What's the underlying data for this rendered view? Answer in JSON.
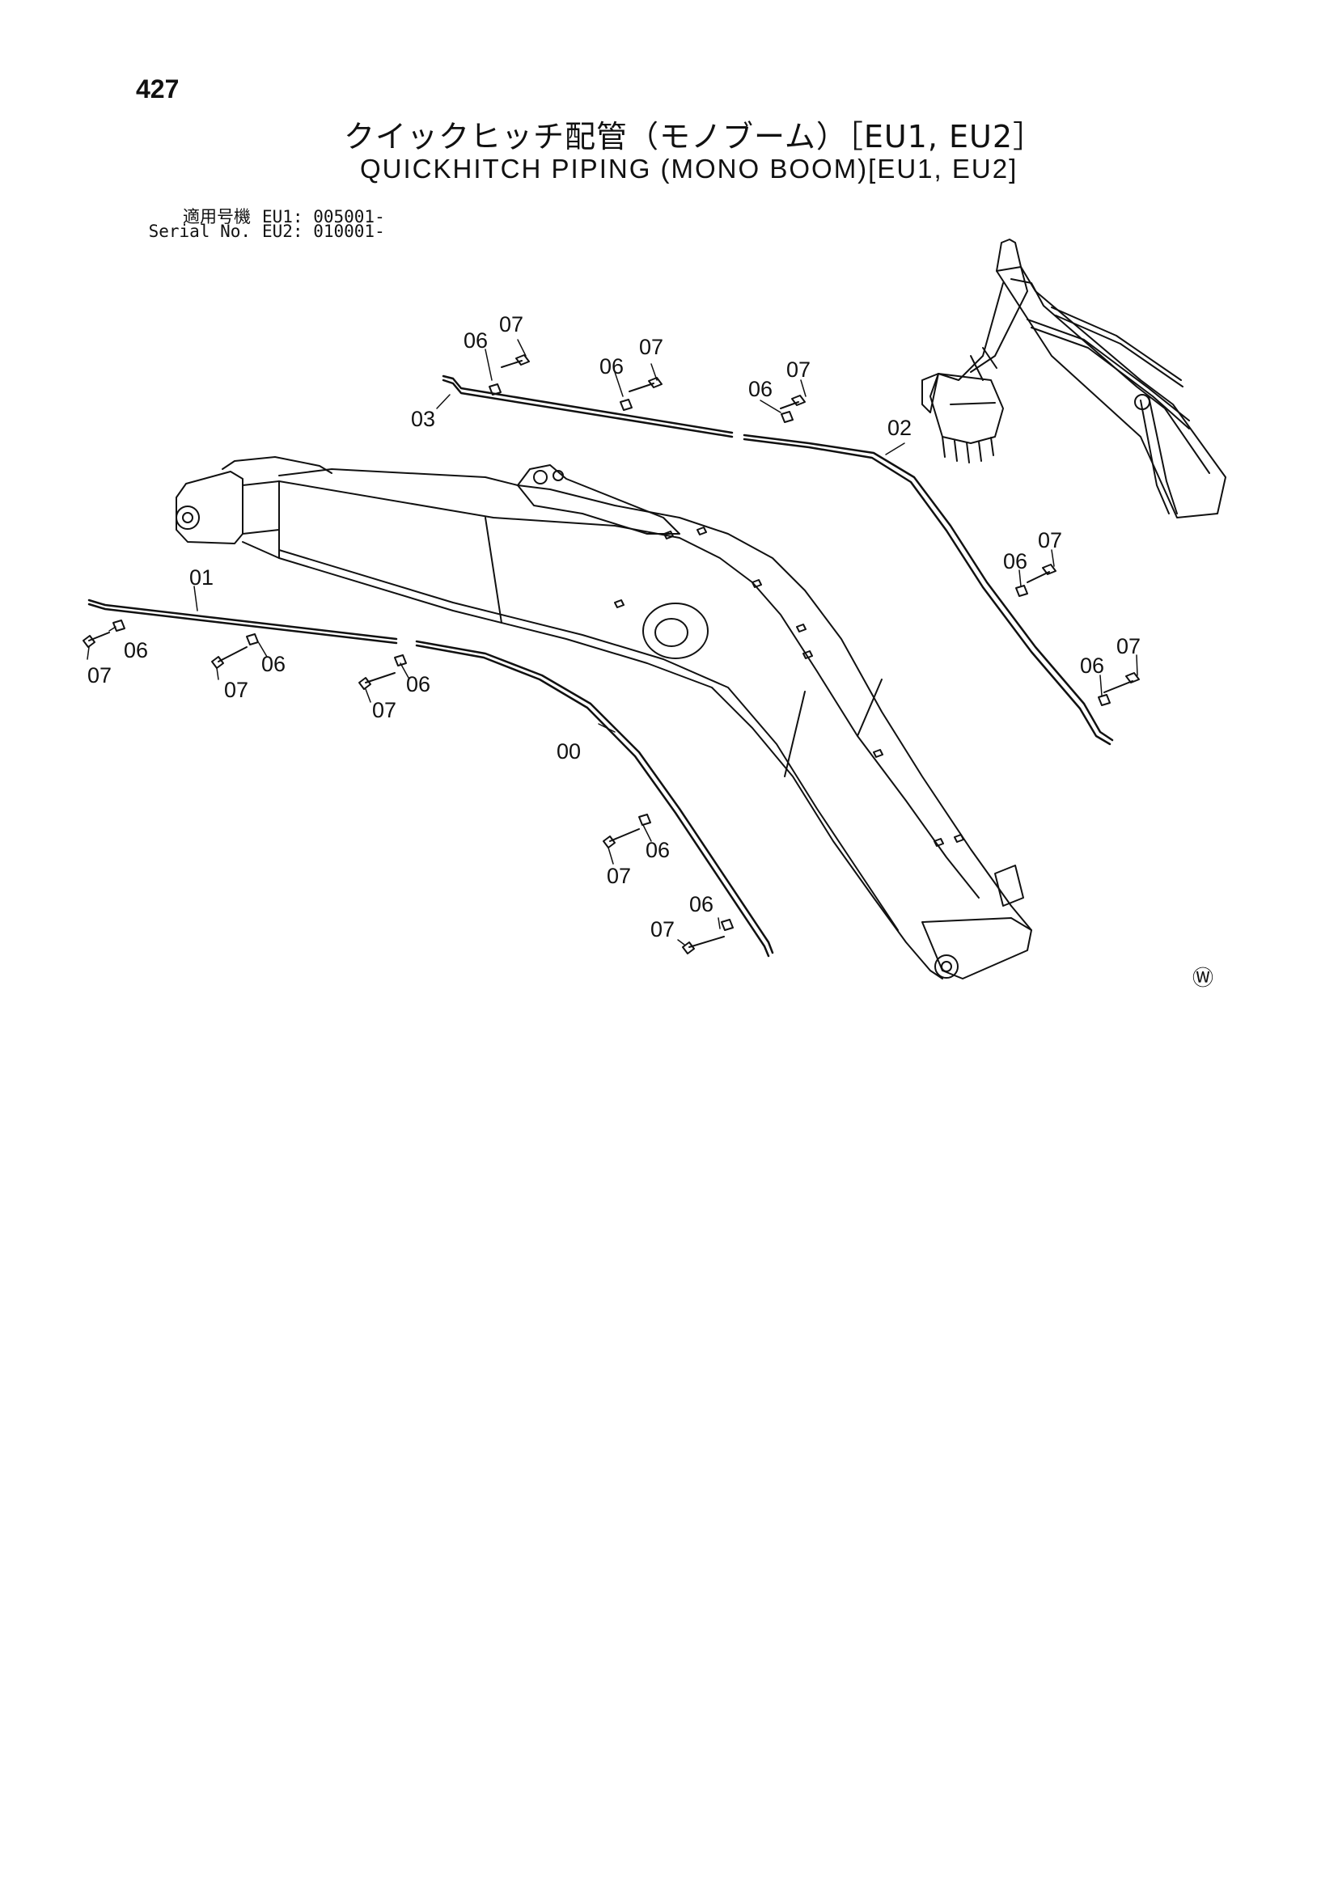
{
  "page": {
    "number": "427",
    "title_jp": "クイックヒッチ配管（モノブーム）［EU1, EU2］",
    "title_en": "QUICKHITCH PIPING (MONO BOOM)[EU1, EU2]"
  },
  "serial": {
    "label_jp": "適用号機",
    "label_en": "Serial No.",
    "eu1": "EU1: 005001-",
    "eu2": "EU2: 010001-"
  },
  "callouts": {
    "c00": "00",
    "c01": "01",
    "c02": "02",
    "c03": "03",
    "c06a": "06",
    "c07a": "07",
    "c06b": "06",
    "c07b": "07",
    "c06c": "06",
    "c07c": "07",
    "c06d": "06",
    "c07d": "07",
    "c06e": "06",
    "c07e": "07",
    "c06f": "06",
    "c07f": "07",
    "c06g": "06",
    "c07g": "07",
    "c06h": "06",
    "c07h": "07",
    "c06i": "06",
    "c07i": "07",
    "c06j": "06",
    "c07j": "07"
  },
  "corner_mark": "Ⓦ"
}
